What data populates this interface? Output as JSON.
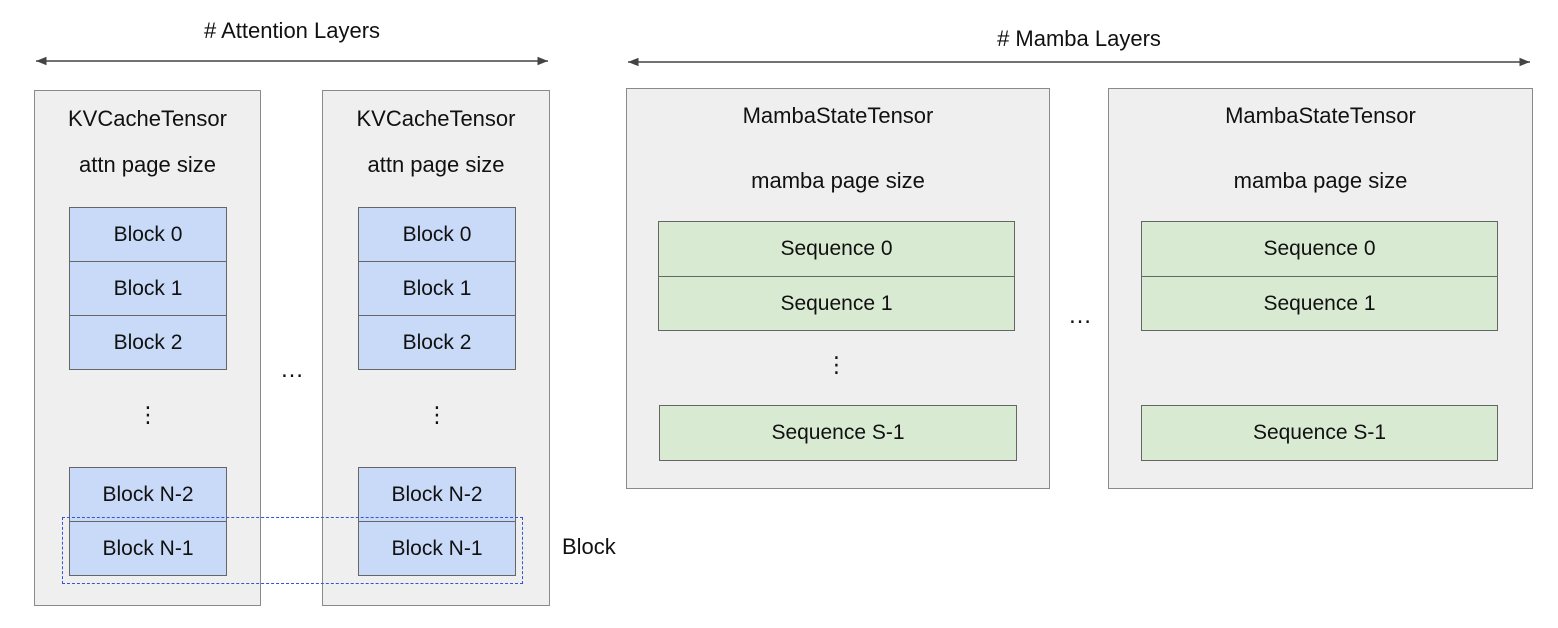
{
  "attention": {
    "header": "# Attention Layers",
    "panels": [
      {
        "title": "KVCacheTensor",
        "subtitle": "attn page size",
        "blocks_top": [
          "Block 0",
          "Block 1",
          "Block 2"
        ],
        "vdots": "⋮",
        "blocks_bottom": [
          "Block N-2",
          "Block N-1"
        ]
      },
      {
        "title": "KVCacheTensor",
        "subtitle": "attn page size",
        "blocks_top": [
          "Block 0",
          "Block 1",
          "Block 2"
        ],
        "vdots": "⋮",
        "blocks_bottom": [
          "Block N-2",
          "Block N-1"
        ]
      }
    ],
    "ellipsis": "…"
  },
  "mamba": {
    "header": "# Mamba Layers",
    "panels": [
      {
        "title": "MambaStateTensor",
        "subtitle": "mamba page size",
        "seq_top": [
          "Sequence 0",
          "Sequence 1"
        ],
        "vdots": "⋮",
        "seq_last": "Sequence S-1"
      },
      {
        "title": "MambaStateTensor",
        "subtitle": "mamba page size",
        "seq_top": [
          "Sequence 0",
          "Sequence 1"
        ],
        "seq_last": "Sequence S-1"
      }
    ],
    "ellipsis": "…"
  },
  "block_label": "Block",
  "colors": {
    "block_fill": "#c9daf8",
    "sequence_fill": "#d9ead3",
    "panel_fill": "#efefef",
    "selection_dash": "#3355dd"
  }
}
